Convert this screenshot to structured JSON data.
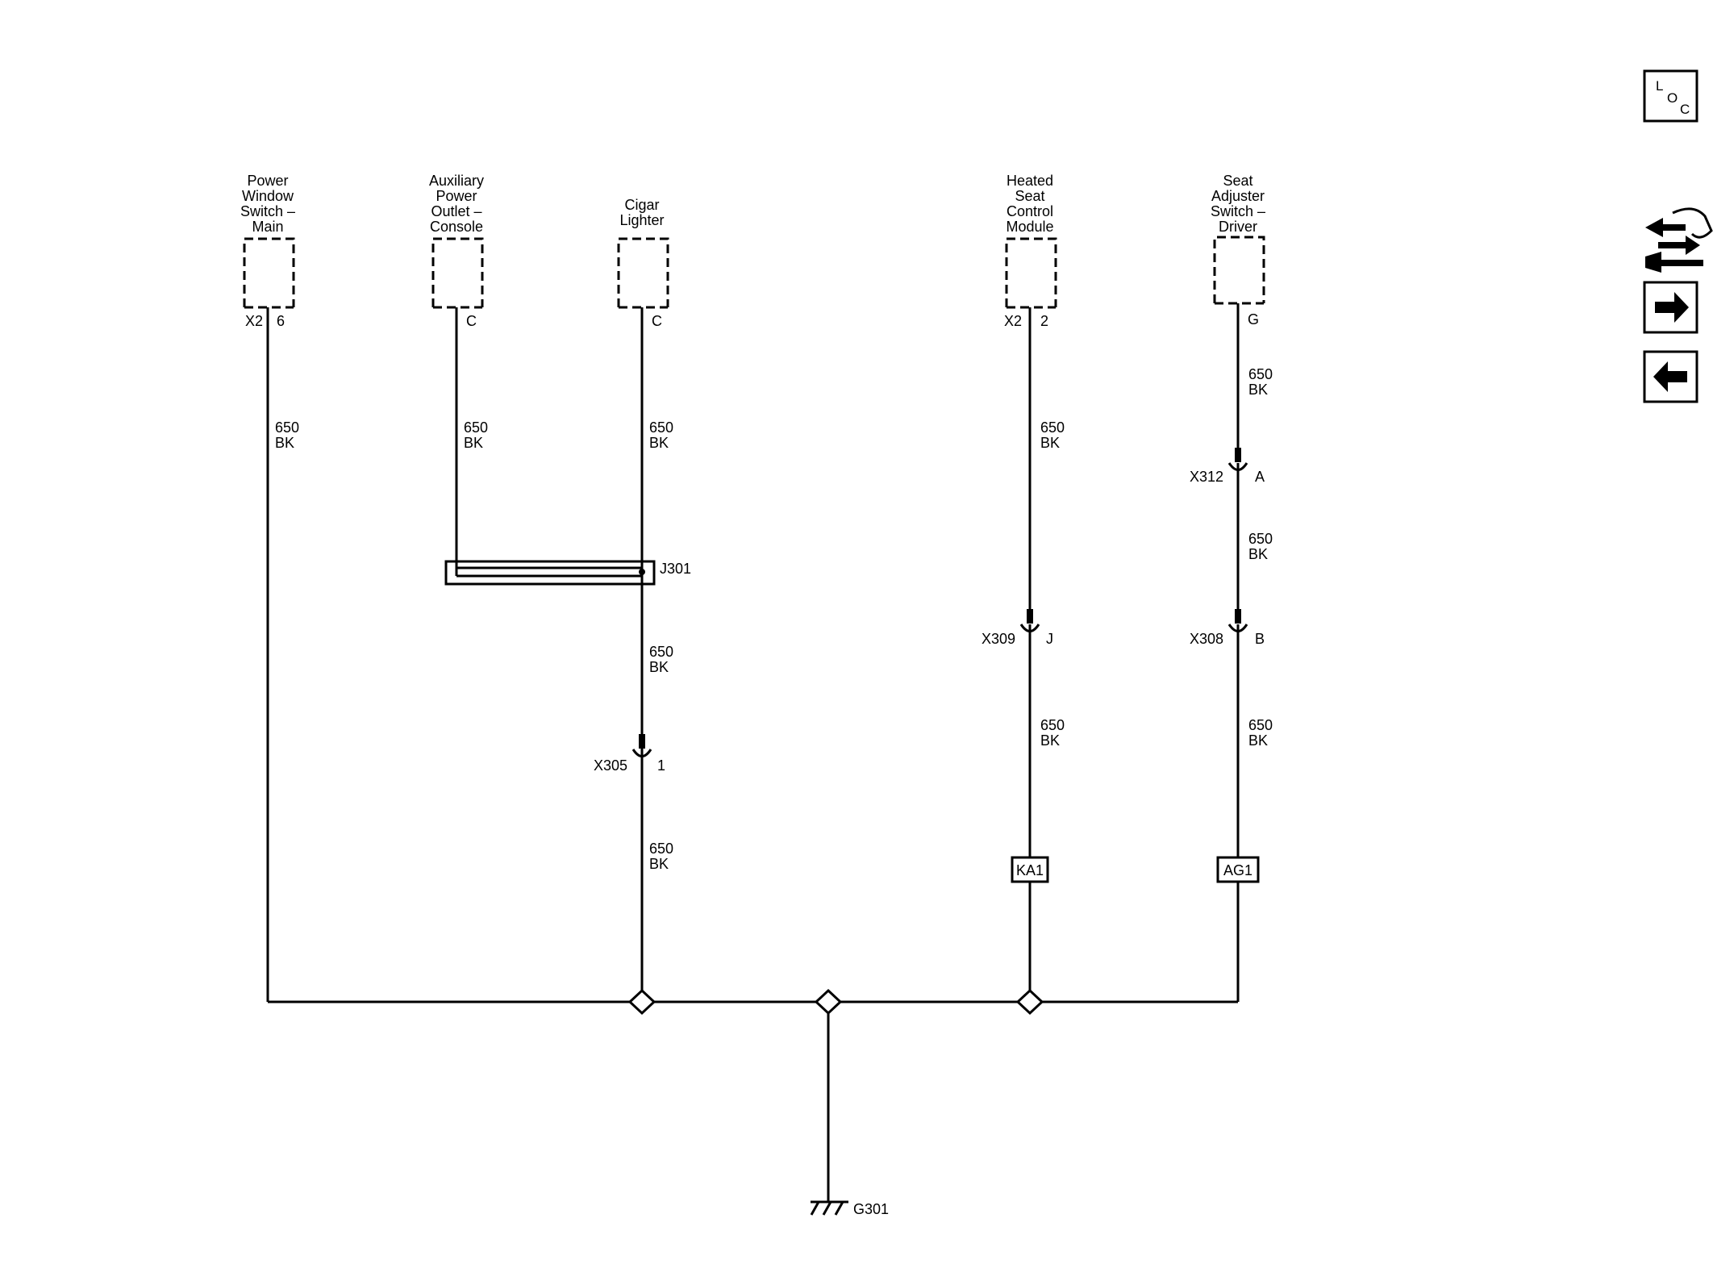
{
  "components": {
    "power_window_switch": {
      "name_lines": [
        "Power",
        "Window",
        "Switch –",
        "Main"
      ],
      "connector": "X2",
      "pin": "6"
    },
    "auxiliary_power_outlet": {
      "name_lines": [
        "Auxiliary",
        "Power",
        "Outlet –",
        "Console"
      ],
      "pin": "C"
    },
    "cigar_lighter": {
      "name_lines": [
        "Cigar",
        "Lighter"
      ],
      "pin": "C"
    },
    "heated_seat_module": {
      "name_lines": [
        "Heated",
        "Seat",
        "Control",
        "Module"
      ],
      "connector": "X2",
      "pin": "2"
    },
    "seat_adjuster_switch": {
      "name_lines": [
        "Seat",
        "Adjuster",
        "Switch –",
        "Driver"
      ],
      "pin": "G"
    }
  },
  "wire": {
    "circuit": "650",
    "color": "BK"
  },
  "splice": {
    "name": "J301"
  },
  "inline_connectors": {
    "x305": {
      "name": "X305",
      "pin": "1"
    },
    "x309": {
      "name": "X309",
      "pin": "J"
    },
    "x312": {
      "name": "X312",
      "pin": "A"
    },
    "x308": {
      "name": "X308",
      "pin": "B"
    }
  },
  "splice_packs": {
    "ka1": "KA1",
    "ag1": "AG1"
  },
  "ground": {
    "name": "G301"
  },
  "nav": {
    "loc": {
      "l": "L",
      "o": "O",
      "c": "C"
    }
  }
}
